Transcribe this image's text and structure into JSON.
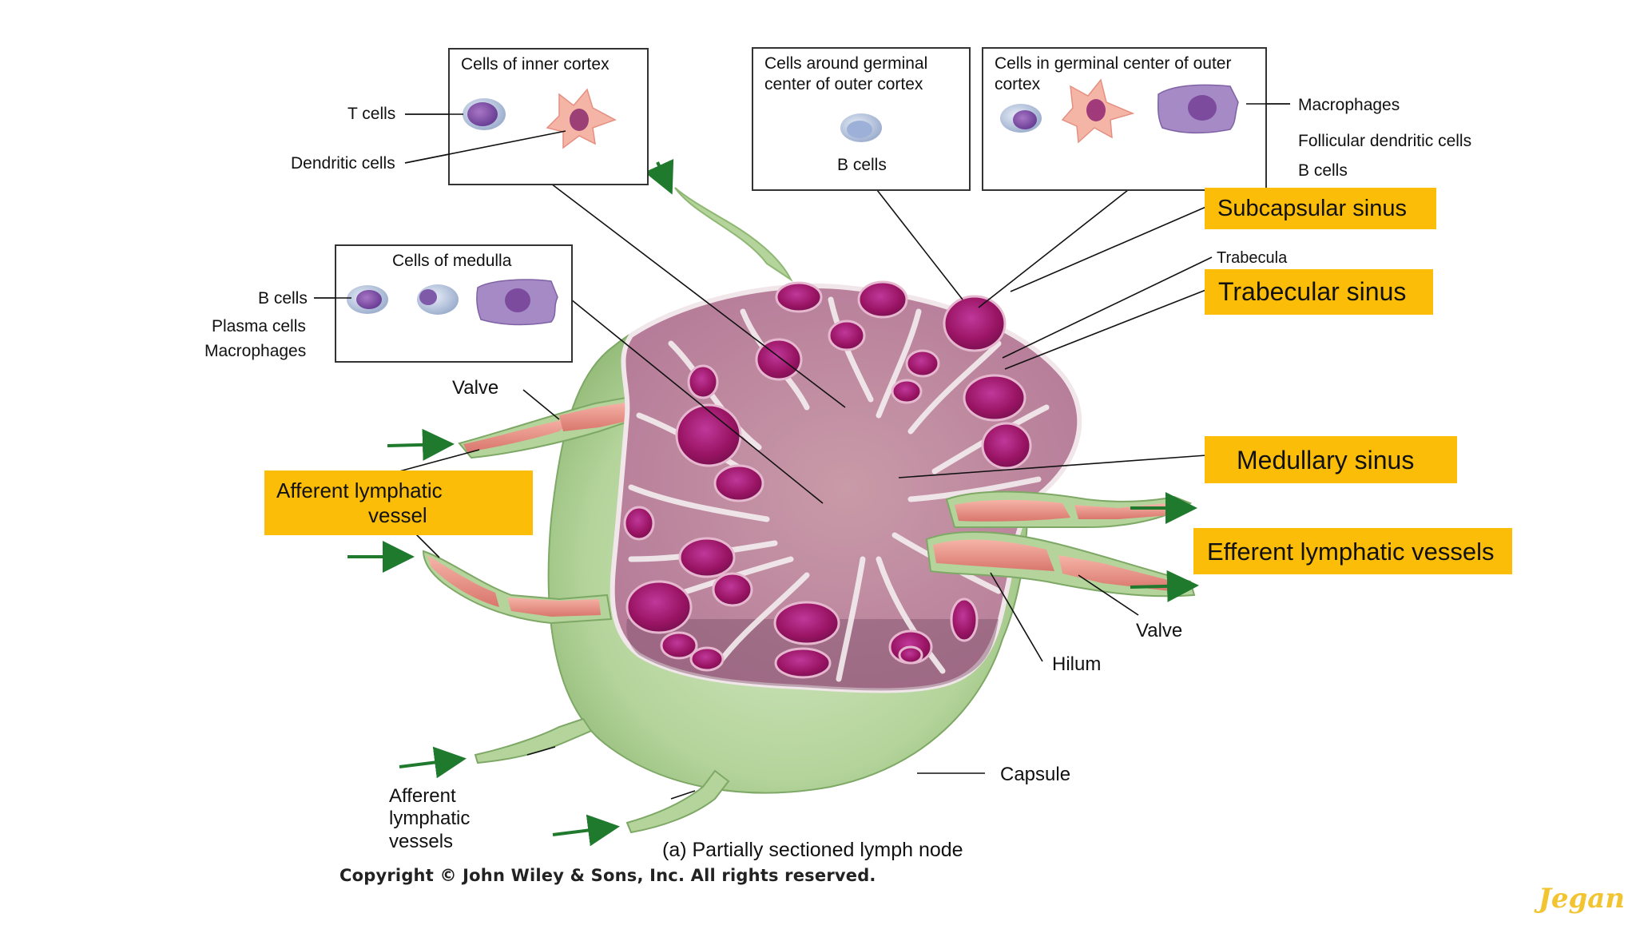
{
  "boxes": {
    "inner_cortex": {
      "title": "Cells of inner cortex"
    },
    "around_germinal": {
      "title": "Cells around germinal center of outer cortex",
      "cell_label": "B cells"
    },
    "in_germinal": {
      "title": "Cells in germinal center of outer cortex"
    },
    "medulla": {
      "title": "Cells of medulla"
    }
  },
  "labels": {
    "t_cells": "T cells",
    "dendritic_cells": "Dendritic cells",
    "macrophages_right": "Macrophages",
    "follicular_dendritic_cells": "Follicular dendritic cells",
    "b_cells_right": "B cells",
    "b_cells_medulla": "B cells",
    "plasma_cells": "Plasma cells",
    "macrophages_medulla": "Macrophages",
    "trabecula": "Trabecula",
    "valve_top": "Valve",
    "valve_bottom": "Valve",
    "hilum": "Hilum",
    "capsule": "Capsule",
    "afferent_vessels": [
      "Afferent",
      "lymphatic",
      "vessels"
    ],
    "caption": "(a) Partially sectioned lymph node"
  },
  "highlights": {
    "subcapsular_sinus": "Subcapsular sinus",
    "trabecular_sinus": "Trabecular sinus",
    "medullary_sinus": "Medullary sinus",
    "efferent_vessels": "Efferent lymphatic vessels",
    "afferent_vessel": [
      "Afferent lymphatic",
      "vessel"
    ]
  },
  "copyright": "Copyright © John Wiley & Sons, Inc. All rights reserved.",
  "signature": "Jegan",
  "colors": {
    "highlight": "#fbbd07",
    "capsule_green": "#b9d7a3",
    "tissue_pink": "#c98aa6",
    "nodule_purple": "#a0186e",
    "vessel_pink": "#e88f85",
    "arrow_green": "#1f7a2e"
  }
}
